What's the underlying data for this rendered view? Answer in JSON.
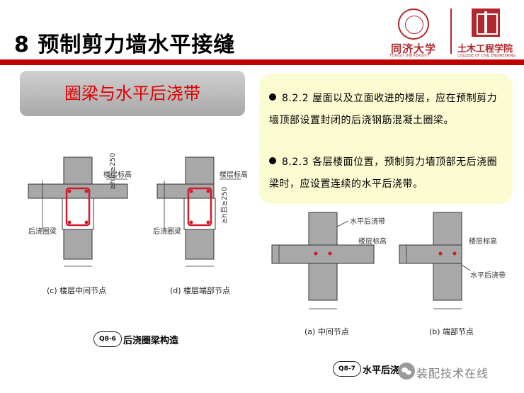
{
  "slide": {
    "title": "8 预制剪力墙水平接缝",
    "section_label": "圈梁与水平后浇带"
  },
  "logos": {
    "university_name": "同济大学",
    "university_en": "TONGJI UNIVERSITY",
    "college_name": "土木工程学院",
    "college_en": "COLLEGE OF CIVIL ENGINEERING"
  },
  "notes": [
    {
      "text": "8.2.2 屋面以及立面收进的楼层，应在预制剪力墙顶部设置封闭的后浇钢筋混凝土圈梁。"
    },
    {
      "text": "8.2.3 各层楼面位置，预制剪力墙顶部无后浇圈梁时，应设置连续的水平后浇带。"
    }
  ],
  "figure_left": {
    "label_floor_level_1": "楼层标高",
    "label_floor_level_2": "楼层标高",
    "label_height_1": "≥h且≥250",
    "label_height_2": "≥h且≥250",
    "label_ring_beam_1": "后浇圈梁",
    "label_ring_beam_2": "后浇圈梁",
    "caption_c": "(c) 楼层中间节点",
    "caption_d": "(d) 楼层端部节点",
    "badge": "Q8-6",
    "title": "后浇圈梁构造"
  },
  "figure_right": {
    "label_strip_1": "水平后浇带",
    "label_floor_level_1": "楼层标高",
    "label_floor_level_2": "楼层标高",
    "label_strip_2": "水平后浇带",
    "caption_a": "(a) 中间节点",
    "caption_b": "(b) 端部节点",
    "badge": "Q8-7",
    "title": "水平后浇带"
  },
  "watermark": {
    "text": "装配技术在线",
    "icon": "wechat-icon"
  },
  "colors": {
    "accent_red": "#c00000",
    "section_text": "#e00000",
    "note_bg": "#fcfcd3",
    "rebar": "#d11a2a",
    "concrete": "#a8a8a8"
  }
}
